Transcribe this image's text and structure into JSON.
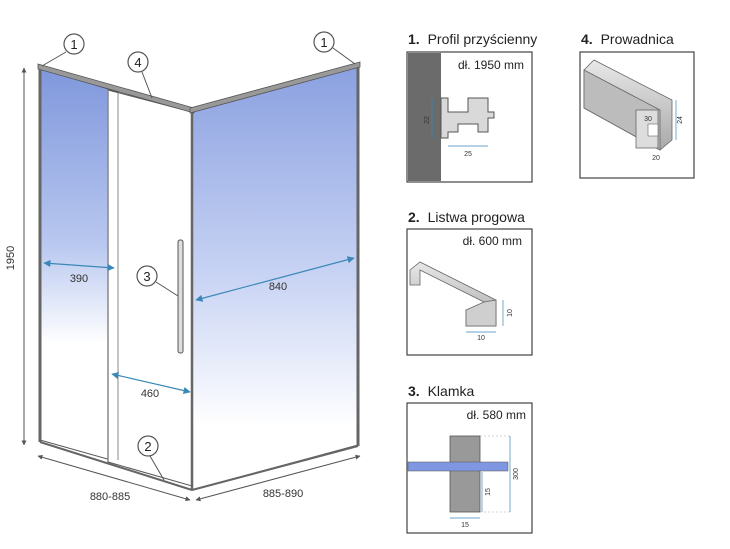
{
  "enclosure": {
    "dimensions": {
      "height": "1950",
      "door_width": "880-885",
      "side_width": "885-890",
      "fixed_glass_opening": "390",
      "door_opening": "460",
      "side_panel": "840"
    },
    "callouts": [
      "1",
      "1",
      "4",
      "3",
      "2"
    ]
  },
  "details": [
    {
      "num": "1.",
      "title": "Profil przyścienny",
      "length": "dł. 1950 mm",
      "dims": [
        "22",
        "25"
      ]
    },
    {
      "num": "4.",
      "title": "Prowadnica",
      "length": "",
      "dims": [
        "24",
        "20",
        "30"
      ]
    },
    {
      "num": "2.",
      "title": "Listwa progowa",
      "length": "dł. 600 mm",
      "dims": [
        "10",
        "10"
      ]
    },
    {
      "num": "3.",
      "title": "Klamka",
      "length": "dł. 580 mm",
      "dims": [
        "300",
        "15",
        "15"
      ]
    }
  ],
  "colors": {
    "glass": "#8ea3d9",
    "frame": "#555555",
    "wall": "#6b6b6b",
    "accent_dim": "#3a87b8",
    "panel_border": "#444444",
    "handle_blue": "#7f97e0"
  }
}
